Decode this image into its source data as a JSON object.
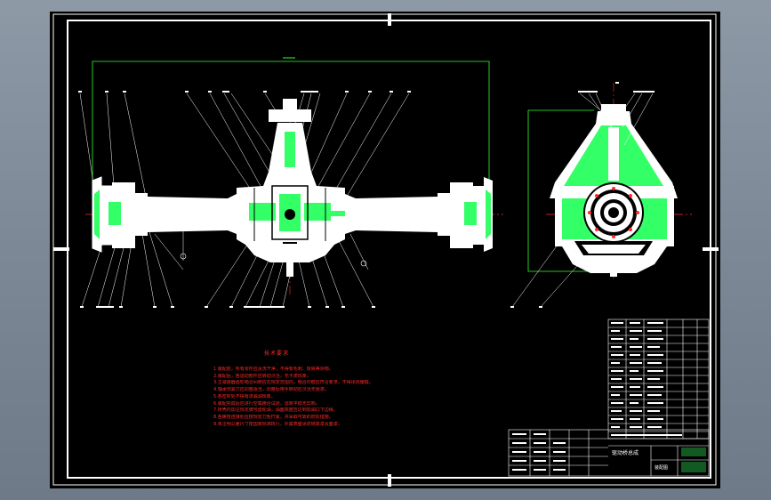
{
  "drawing": {
    "notes_title": "技术要求",
    "notes": [
      "1.装配前，所有零件应清洗干净，不得有毛刺、铁屑等杂物。",
      "2.装配后，各运动部件应转动灵活，无卡滞现象。",
      "3.主减速器齿轮啮合间隙应在规定范围内，啮合印痕应符合要求，不得出现偏载。",
      "4.轴承预紧力应调整适当，调整后用手转动应灵活无阻滞。",
      "5.各密封处不得有渗漏油现象。",
      "6.装配完成后应进行空载跑合试验，运转平稳无异响。",
      "7.桥壳内加注规定牌号齿轮油，油面高度应达到加油口下边缘。",
      "8.各螺栓连接处应按规定力矩拧紧，并采取可靠的防松措施。",
      "9.未注明公差尺寸按国家标准执行，外露表面涂防锈底漆及面漆。"
    ],
    "title_block": {
      "name": "驱动桥总成",
      "code": "装配图"
    },
    "colors": {
      "frame": "#ffffff",
      "outline": "#ffffff",
      "section": "#33ff66",
      "center": "#ff2a2a",
      "dim": "#33ff33"
    }
  }
}
